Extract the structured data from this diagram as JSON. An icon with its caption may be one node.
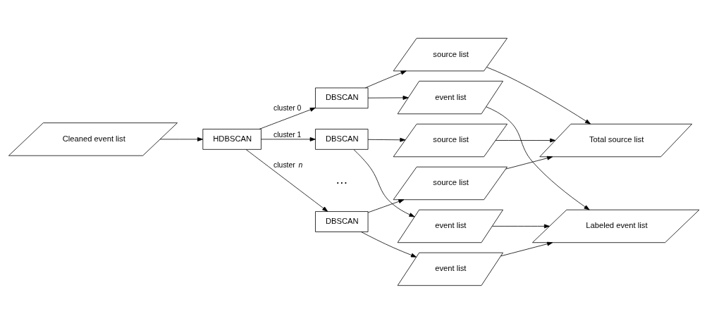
{
  "diagram": {
    "nodes": [
      {
        "text": [
          "Cleaned event list"
        ]
      },
      {
        "text": [
          "HDBSCAN"
        ]
      },
      {
        "text": [
          "DBSCAN"
        ]
      },
      {
        "text": [
          "source list"
        ]
      },
      {
        "text": [
          "event list"
        ]
      },
      {
        "text": [
          "DBSCAN"
        ]
      },
      {
        "text": [
          "source list"
        ]
      },
      {
        "text": [
          "event list"
        ]
      },
      {
        "text": [
          "DBSCAN"
        ]
      },
      {
        "text": [
          "source list"
        ]
      },
      {
        "text": [
          "event list"
        ]
      },
      {
        "text": [
          "Total source list"
        ]
      },
      {
        "text": [
          "Labeled event list"
        ]
      }
    ],
    "edges": [
      {
        "from": 0,
        "to": 1,
        "arrow": "to"
      },
      {
        "from": 1,
        "to": 2,
        "arrow": "to",
        "label": "cluster 0"
      },
      {
        "from": 1,
        "to": 5,
        "arrow": "to",
        "label": "cluster 1"
      },
      {
        "from": 1,
        "to": 8,
        "arrow": "to",
        "label": "cluster *n*"
      },
      {
        "from": 2,
        "to": 3,
        "arrow": "to"
      },
      {
        "from": 2,
        "to": 4,
        "arrow": "to"
      },
      {
        "from": 5,
        "to": 6,
        "arrow": "to"
      },
      {
        "from": 5,
        "to": 7,
        "arrow": "to"
      },
      {
        "from": 8,
        "to": 9,
        "arrow": "to"
      },
      {
        "from": 8,
        "to": 10,
        "arrow": "to"
      },
      {
        "from": 3,
        "to": 11,
        "arrow": "to"
      },
      {
        "from": 6,
        "to": 11,
        "arrow": "to"
      },
      {
        "from": 9,
        "to": 11,
        "arrow": "to"
      },
      {
        "from": 4,
        "to": 12,
        "arrow": "to"
      },
      {
        "from": 7,
        "to": 12,
        "arrow": "to"
      },
      {
        "from": 10,
        "to": 12,
        "arrow": "to"
      }
    ],
    "labels": [
      "…"
    ]
  }
}
